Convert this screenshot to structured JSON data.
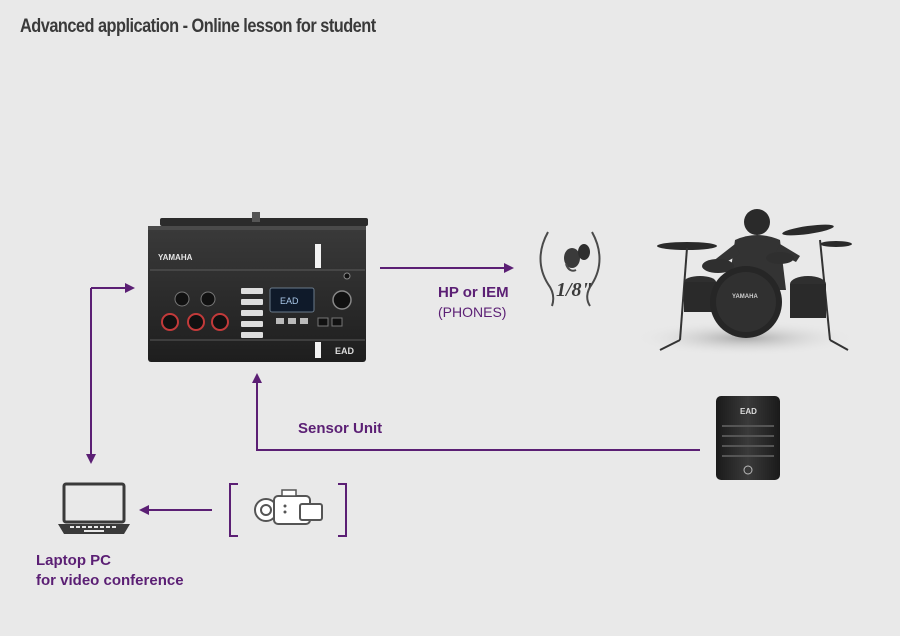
{
  "title": "Advanced application - Online lesson for student",
  "colors": {
    "arrow": "#5b1f74",
    "background": "#e9e9e9",
    "device": "#2a2a2a",
    "label": "#5b1f74"
  },
  "nodes": {
    "module": {
      "brand": "YAMAHA",
      "logo": "EAD"
    },
    "headphones": {
      "label": "HP or IEM",
      "sublabel": "(PHONES)",
      "plug": "1/8\""
    },
    "drumkit": {
      "brand": "YAMAHA"
    },
    "sensor": {
      "label": "Sensor Unit",
      "logo": "EAD"
    },
    "camera": {},
    "laptop": {
      "label_line1": "Laptop PC",
      "label_line2": "for video conference"
    }
  },
  "icons": [
    "drum-module-icon",
    "earphones-icon",
    "drummer-icon",
    "sensor-unit-icon",
    "video-camera-icon",
    "laptop-icon"
  ]
}
